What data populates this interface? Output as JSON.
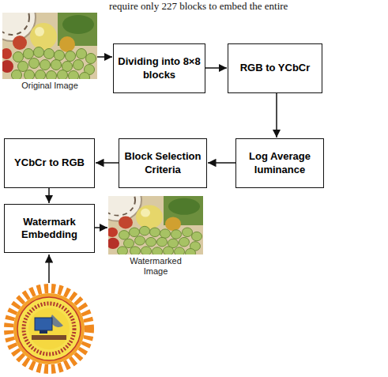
{
  "diagram": {
    "nodes": [
      {
        "text": [
          "Original Image"
        ]
      },
      {
        "text": [
          "Dividing into 8×8 blocks"
        ]
      },
      {
        "text": [
          "RGB to YCbCr"
        ]
      },
      {
        "text": [
          "Log Average luminance"
        ]
      },
      {
        "text": [
          "Block Selection Criteria"
        ]
      },
      {
        "text": [
          "YCbCr to RGB"
        ]
      },
      {
        "text": [
          "Watermark Embedding"
        ]
      },
      {
        "text": [
          "Watermarked Image"
        ]
      }
    ],
    "edges": [
      {
        "from": 0,
        "to": 1,
        "arrow": "to"
      },
      {
        "from": 1,
        "to": 2,
        "arrow": "to"
      },
      {
        "from": 2,
        "to": 3,
        "arrow": "to"
      },
      {
        "from": 3,
        "to": 4,
        "arrow": "to"
      },
      {
        "from": 4,
        "to": 5,
        "arrow": "to"
      },
      {
        "from": 5,
        "to": 6,
        "arrow": "to"
      },
      {
        "from": 6,
        "to": 7,
        "arrow": "to"
      }
    ],
    "labels": [
      "require only 227 blocks to embed the entire"
    ]
  }
}
